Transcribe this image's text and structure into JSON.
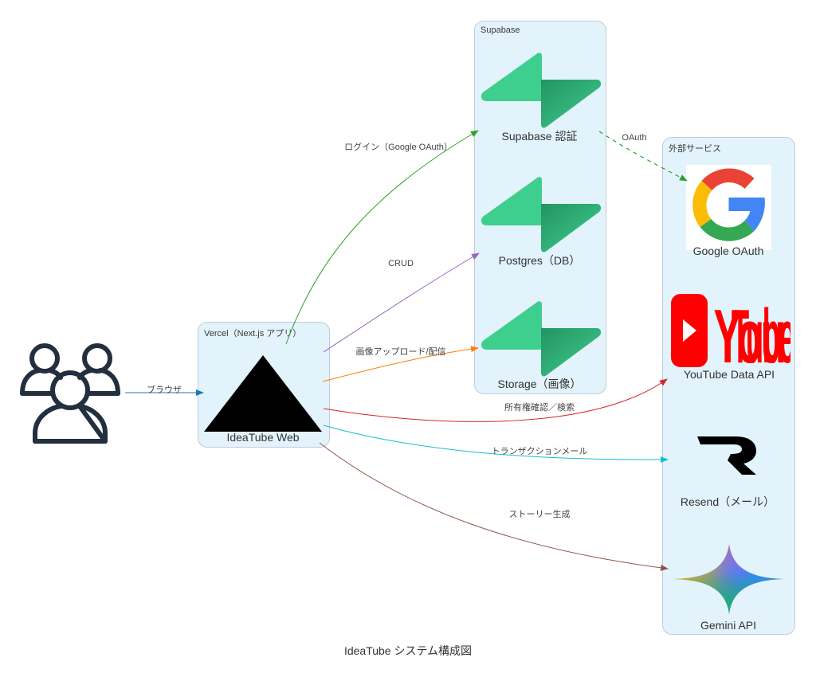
{
  "title": "IdeaTube システム構成図",
  "clusters": {
    "vercel": {
      "label": "Vercel（Next.js アプリ）"
    },
    "supabase": {
      "label": "Supabase"
    },
    "external": {
      "label": "外部サービス"
    }
  },
  "nodes": {
    "users": {
      "label": "",
      "icon": "users-icon"
    },
    "web": {
      "label": "IdeaTube Web",
      "icon": "vercel-triangle-icon"
    },
    "auth": {
      "label": "Supabase 認証",
      "icon": "supabase-icon"
    },
    "db": {
      "label": "Postgres（DB）",
      "icon": "supabase-icon"
    },
    "storage": {
      "label": "Storage（画像）",
      "icon": "supabase-icon"
    },
    "google": {
      "label": "Google OAuth",
      "icon": "google-icon"
    },
    "youtube": {
      "label": "YouTube Data API",
      "icon": "youtube-icon"
    },
    "resend": {
      "label": "Resend（メール）",
      "icon": "resend-icon"
    },
    "gemini": {
      "label": "Gemini API",
      "icon": "gemini-icon"
    }
  },
  "edges": [
    {
      "id": "browser",
      "from": "users",
      "to": "web",
      "label": "ブラウザ",
      "color": "#1f77b4",
      "style": "solid"
    },
    {
      "id": "login",
      "from": "web",
      "to": "auth",
      "label": "ログイン（Google OAuth）",
      "color": "#2ca02c",
      "style": "solid"
    },
    {
      "id": "crud",
      "from": "web",
      "to": "db",
      "label": "CRUD",
      "color": "#9467bd",
      "style": "solid"
    },
    {
      "id": "upload",
      "from": "web",
      "to": "storage",
      "label": "画像アップロード/配信",
      "color": "#ff7f0e",
      "style": "solid"
    },
    {
      "id": "ownership",
      "from": "web",
      "to": "youtube",
      "label": "所有権確認／検索",
      "color": "#d62728",
      "style": "solid"
    },
    {
      "id": "mail",
      "from": "web",
      "to": "resend",
      "label": "トランザクションメール",
      "color": "#17becf",
      "style": "solid"
    },
    {
      "id": "story",
      "from": "web",
      "to": "gemini",
      "label": "ストーリー生成",
      "color": "#8c564b",
      "style": "solid"
    },
    {
      "id": "oauth",
      "from": "auth",
      "to": "google",
      "label": "OAuth",
      "color": "#2ca02c",
      "style": "dashed"
    }
  ]
}
